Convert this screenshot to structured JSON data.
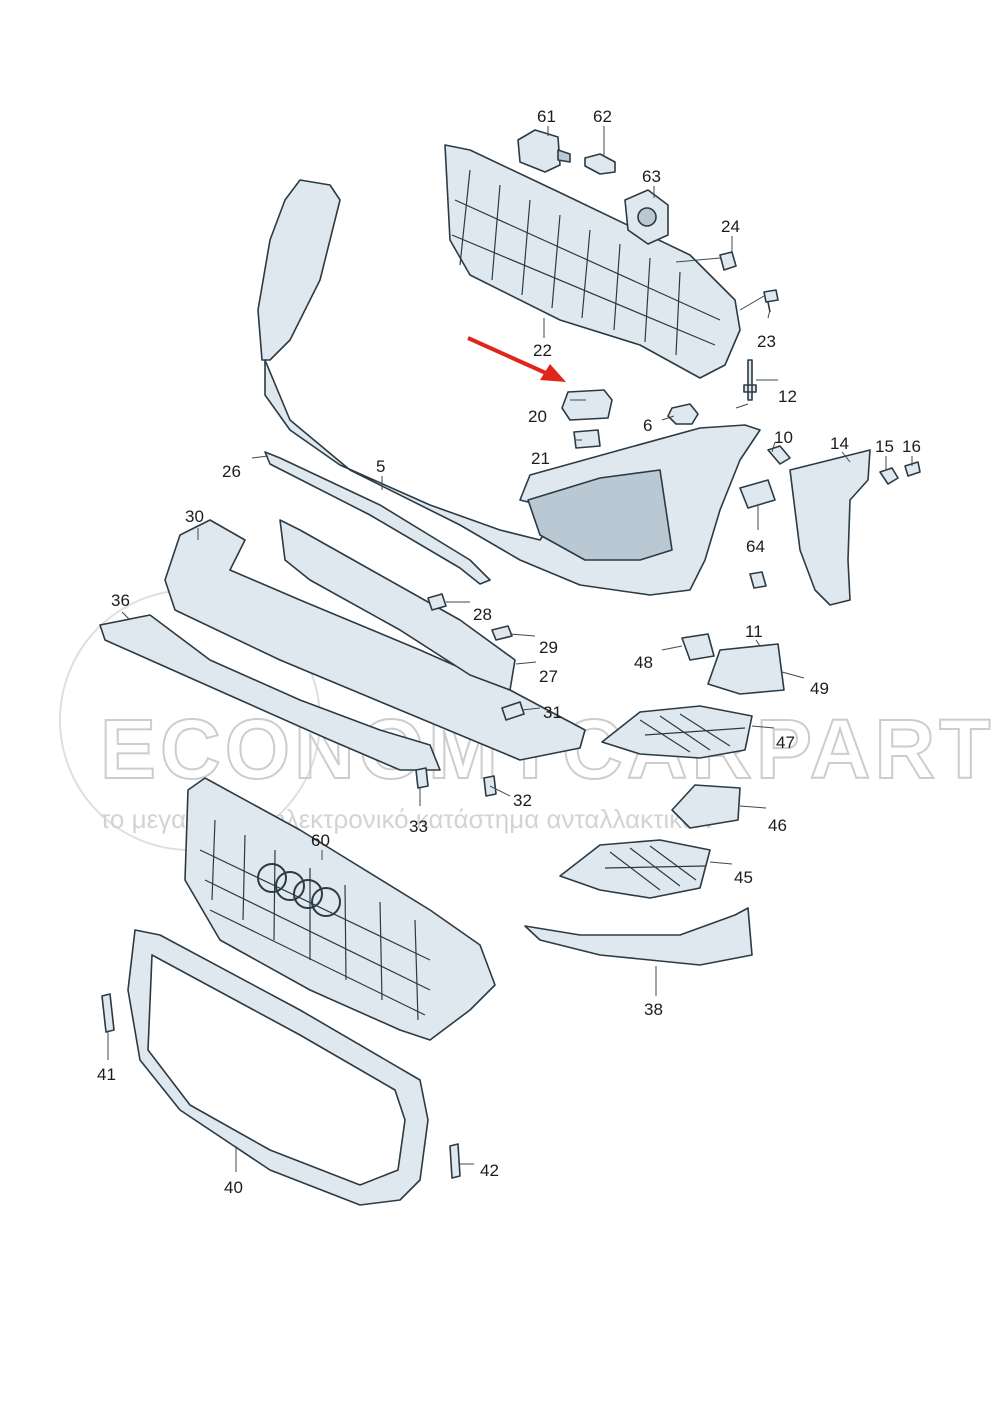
{
  "colors": {
    "part_fill": "#dfe8ef",
    "part_stroke": "#2b3a44",
    "arrow": "#e0251b",
    "watermark": "#c8c8c8"
  },
  "watermark": {
    "brand": "ECONOMYCARPARTS.GR",
    "tagline": "το μεγαλύτερο ηλεκτρονικό κατάστημα ανταλλακτικών"
  },
  "callouts": [
    {
      "id": "61",
      "label": "61"
    },
    {
      "id": "62",
      "label": "62"
    },
    {
      "id": "63",
      "label": "63"
    },
    {
      "id": "24",
      "label": "24"
    },
    {
      "id": "23",
      "label": "23"
    },
    {
      "id": "22",
      "label": "22"
    },
    {
      "id": "12",
      "label": "12"
    },
    {
      "id": "20",
      "label": "20"
    },
    {
      "id": "6",
      "label": "6"
    },
    {
      "id": "10",
      "label": "10"
    },
    {
      "id": "14",
      "label": "14"
    },
    {
      "id": "15",
      "label": "15"
    },
    {
      "id": "16",
      "label": "16"
    },
    {
      "id": "21",
      "label": "21"
    },
    {
      "id": "26",
      "label": "26"
    },
    {
      "id": "5",
      "label": "5"
    },
    {
      "id": "64",
      "label": "64"
    },
    {
      "id": "30",
      "label": "30"
    },
    {
      "id": "36",
      "label": "36"
    },
    {
      "id": "28",
      "label": "28"
    },
    {
      "id": "29",
      "label": "29"
    },
    {
      "id": "27",
      "label": "27"
    },
    {
      "id": "11",
      "label": "11"
    },
    {
      "id": "48",
      "label": "48"
    },
    {
      "id": "49",
      "label": "49"
    },
    {
      "id": "31",
      "label": "31"
    },
    {
      "id": "47",
      "label": "47"
    },
    {
      "id": "32",
      "label": "32"
    },
    {
      "id": "33",
      "label": "33"
    },
    {
      "id": "46",
      "label": "46"
    },
    {
      "id": "60",
      "label": "60"
    },
    {
      "id": "45",
      "label": "45"
    },
    {
      "id": "38",
      "label": "38"
    },
    {
      "id": "41",
      "label": "41"
    },
    {
      "id": "42",
      "label": "42"
    },
    {
      "id": "40",
      "label": "40"
    }
  ]
}
